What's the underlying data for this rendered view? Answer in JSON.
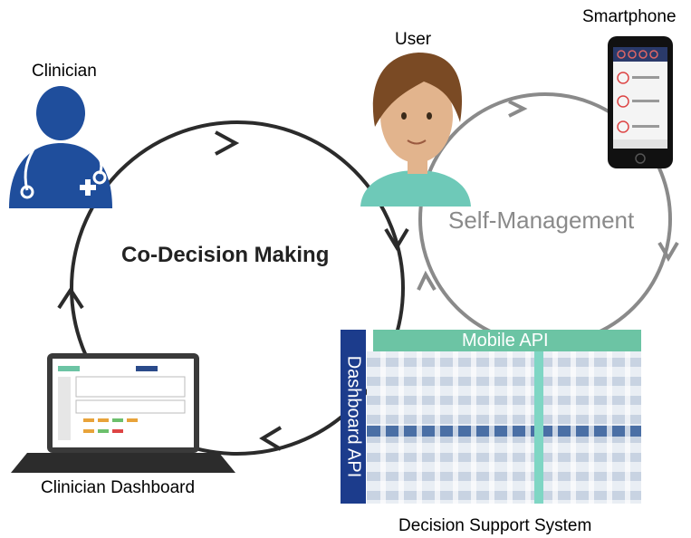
{
  "labels": {
    "clinician": "Clinician",
    "user": "User",
    "smartphone": "Smartphone",
    "co_decision": "Co-Decision Making",
    "self_management": "Self-Management",
    "mobile_api": "Mobile API",
    "dashboard_api": "Dashboard API",
    "clinician_dashboard": "Clinician Dashboard",
    "decision_support": "Decision Support System"
  },
  "colors": {
    "clinician_blue": "#1f4e9c",
    "cycle_dark": "#2b2b2b",
    "cycle_grey": "#8a8a8a",
    "mobile_api_green": "#6cc4a4",
    "dashboard_api_navy": "#1c3c8c",
    "user_shirt": "#6ec9b8",
    "user_hair": "#7a4a24",
    "user_skin": "#e2b48d"
  },
  "icons": [
    "clinician-icon",
    "user-icon",
    "smartphone-icon",
    "laptop-icon",
    "database-grid"
  ]
}
